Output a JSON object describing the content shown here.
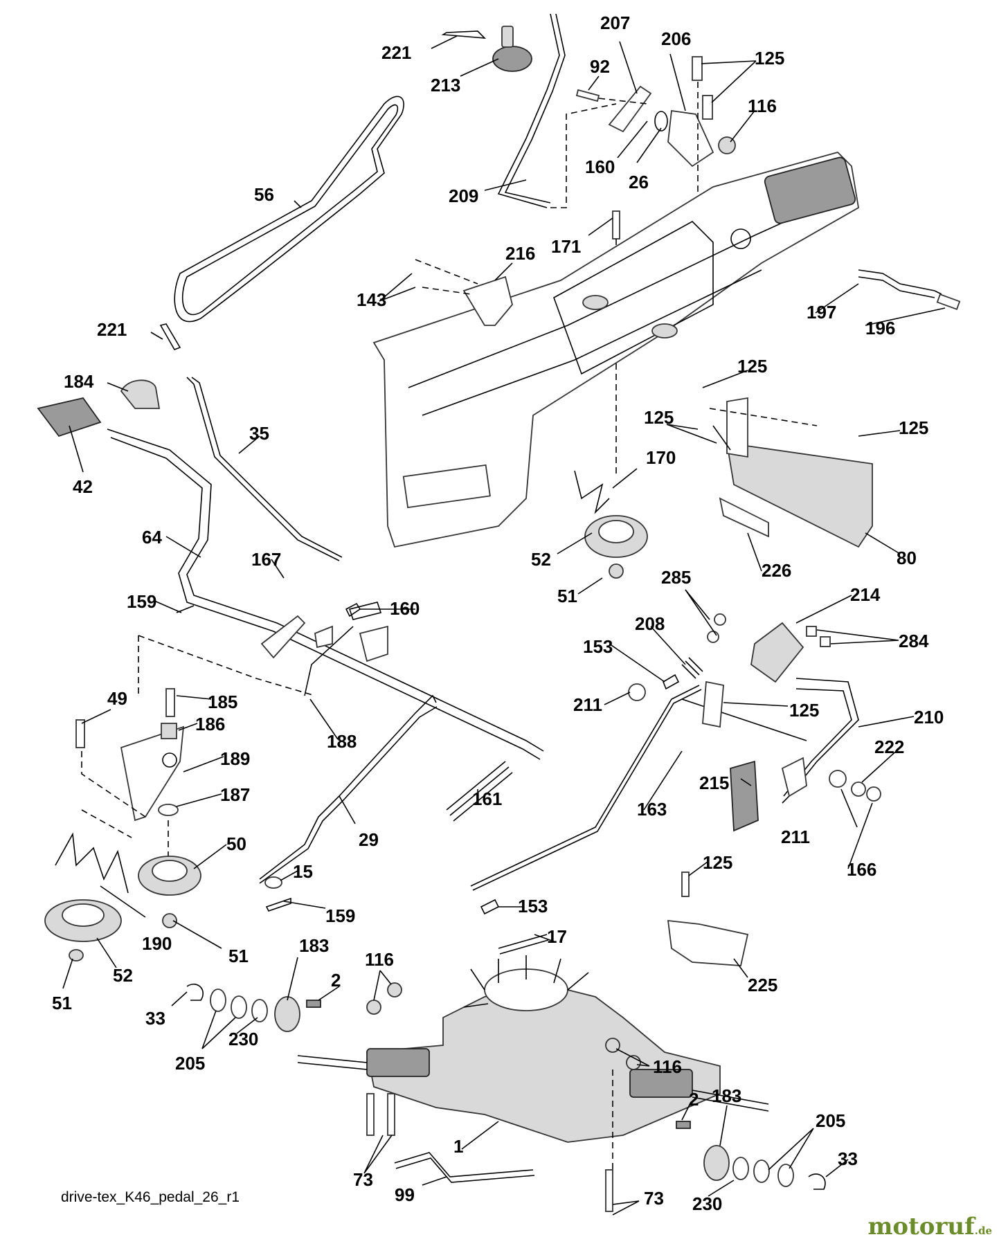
{
  "diagram_caption": "drive-tex_K46_pedal_26_r1",
  "watermark": {
    "brand": "motoruf",
    "suffix": ".de",
    "color": "#6b8c2a"
  },
  "callouts": [
    "221",
    "213",
    "207",
    "92",
    "206",
    "125",
    "116",
    "160",
    "26",
    "209",
    "56",
    "171",
    "216",
    "143",
    "197",
    "196",
    "221",
    "184",
    "35",
    "42",
    "125",
    "125",
    "125",
    "170",
    "80",
    "226",
    "52",
    "51",
    "64",
    "167",
    "160",
    "159",
    "285",
    "214",
    "284",
    "208",
    "153",
    "211",
    "125",
    "210",
    "222",
    "185",
    "49",
    "186",
    "188",
    "189",
    "187",
    "161",
    "215",
    "163",
    "211",
    "166",
    "50",
    "29",
    "15",
    "125",
    "159",
    "153",
    "51",
    "190",
    "17",
    "52",
    "225",
    "51",
    "183",
    "116",
    "2",
    "33",
    "230",
    "205",
    "116",
    "1",
    "183",
    "2",
    "205",
    "33",
    "73",
    "99",
    "73",
    "230"
  ]
}
